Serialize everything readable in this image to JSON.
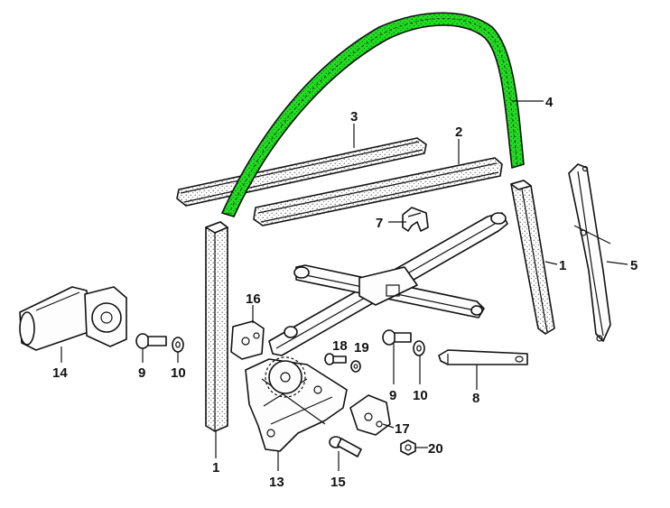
{
  "labels": {
    "l1a": "1",
    "l1b": "1",
    "l2": "2",
    "l3": "3",
    "l4": "4",
    "l5": "5",
    "l7": "7",
    "l8": "8",
    "l9a": "9",
    "l9b": "9",
    "l10a": "10",
    "l10b": "10",
    "l13": "13",
    "l14": "14",
    "l15": "15",
    "l16": "16",
    "l17": "17",
    "l18": "18",
    "l19": "19",
    "l20": "20"
  },
  "colors": {
    "highlight": "#22dd22",
    "line": "#111111",
    "background": "#ffffff"
  }
}
